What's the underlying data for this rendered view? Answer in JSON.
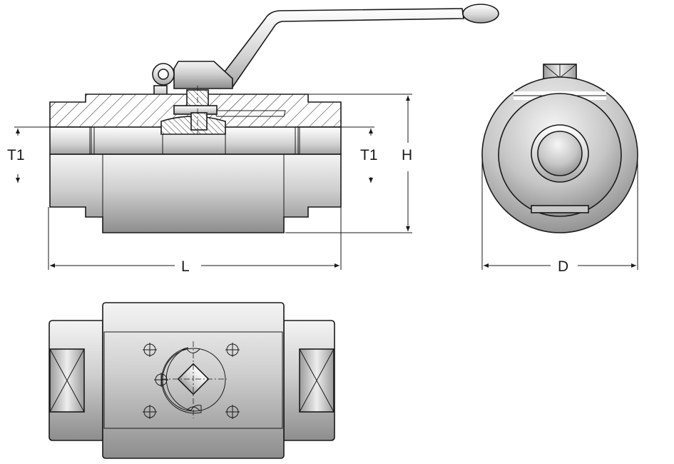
{
  "labels": {
    "t1_left": "T1",
    "t1_right": "T1",
    "height": "H",
    "length": "L",
    "diameter": "D"
  },
  "colors": {
    "line": "#1a1a1a",
    "metal_light": "#f2f2f2",
    "metal_mid": "#b8b8b8",
    "metal_dark": "#8a8a8a"
  }
}
